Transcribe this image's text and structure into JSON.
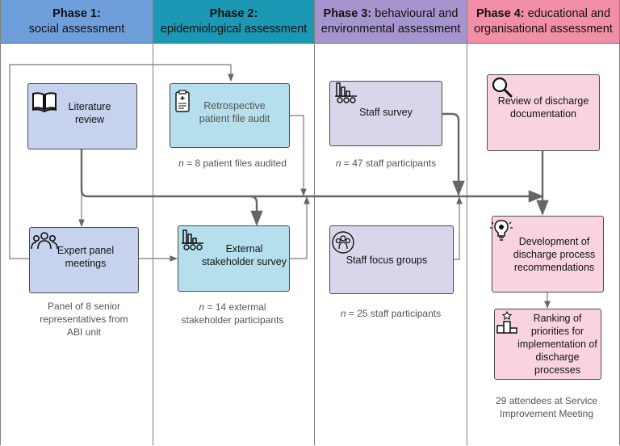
{
  "phases": [
    {
      "bold": "Phase 1:",
      "rest": "",
      "line2": "social assessment",
      "color": "#6f9fdb"
    },
    {
      "bold": "Phase 2:",
      "rest": "",
      "line2": "epidemiological assessment",
      "color": "#1a98b4"
    },
    {
      "bold": "Phase 3:",
      "rest": " behavioural and",
      "line2": "environmental assessment",
      "color": "#a694cf"
    },
    {
      "bold": "Phase 4:",
      "rest": " educational and",
      "line2": "organisational assessment",
      "color": "#f28fa6"
    }
  ],
  "boxes": {
    "literature_review": "Literature\nreview",
    "expert_panel": "Expert panel\nmeetings",
    "retro_audit": "Retrospective\npatient file audit",
    "external_survey": "External\nstakeholder survey",
    "staff_survey": "Staff survey",
    "staff_focus": "Staff focus groups",
    "review_discharge": "Review of discharge\ndocumentation",
    "development": "Development of\ndischarge process\nrecommendations",
    "ranking": "Ranking of\npriorities for\nimplementation of\ndischarge\nprocesses"
  },
  "notes": {
    "panel": "Panel of 8 senior\nrepresentatives from\nABI unit",
    "audit": " = 8 patient files audited",
    "external": " = 14 extermal\nstakeholder participants",
    "survey": " = 47 staff participants",
    "focus": " = 25 staff participants",
    "attendees": "29 attendees at Service\nImprovement Meeting",
    "n_symbol": "n"
  },
  "icons": {
    "literature_review": "book-icon",
    "expert_panel": "people-group-icon",
    "retro_audit": "clipboard-icon",
    "external_survey": "survey-chart-icon",
    "staff_survey": "survey-chart-icon",
    "staff_focus": "focus-group-icon",
    "review_discharge": "magnifier-icon",
    "development": "lightbulb-icon",
    "ranking": "podium-icon"
  }
}
